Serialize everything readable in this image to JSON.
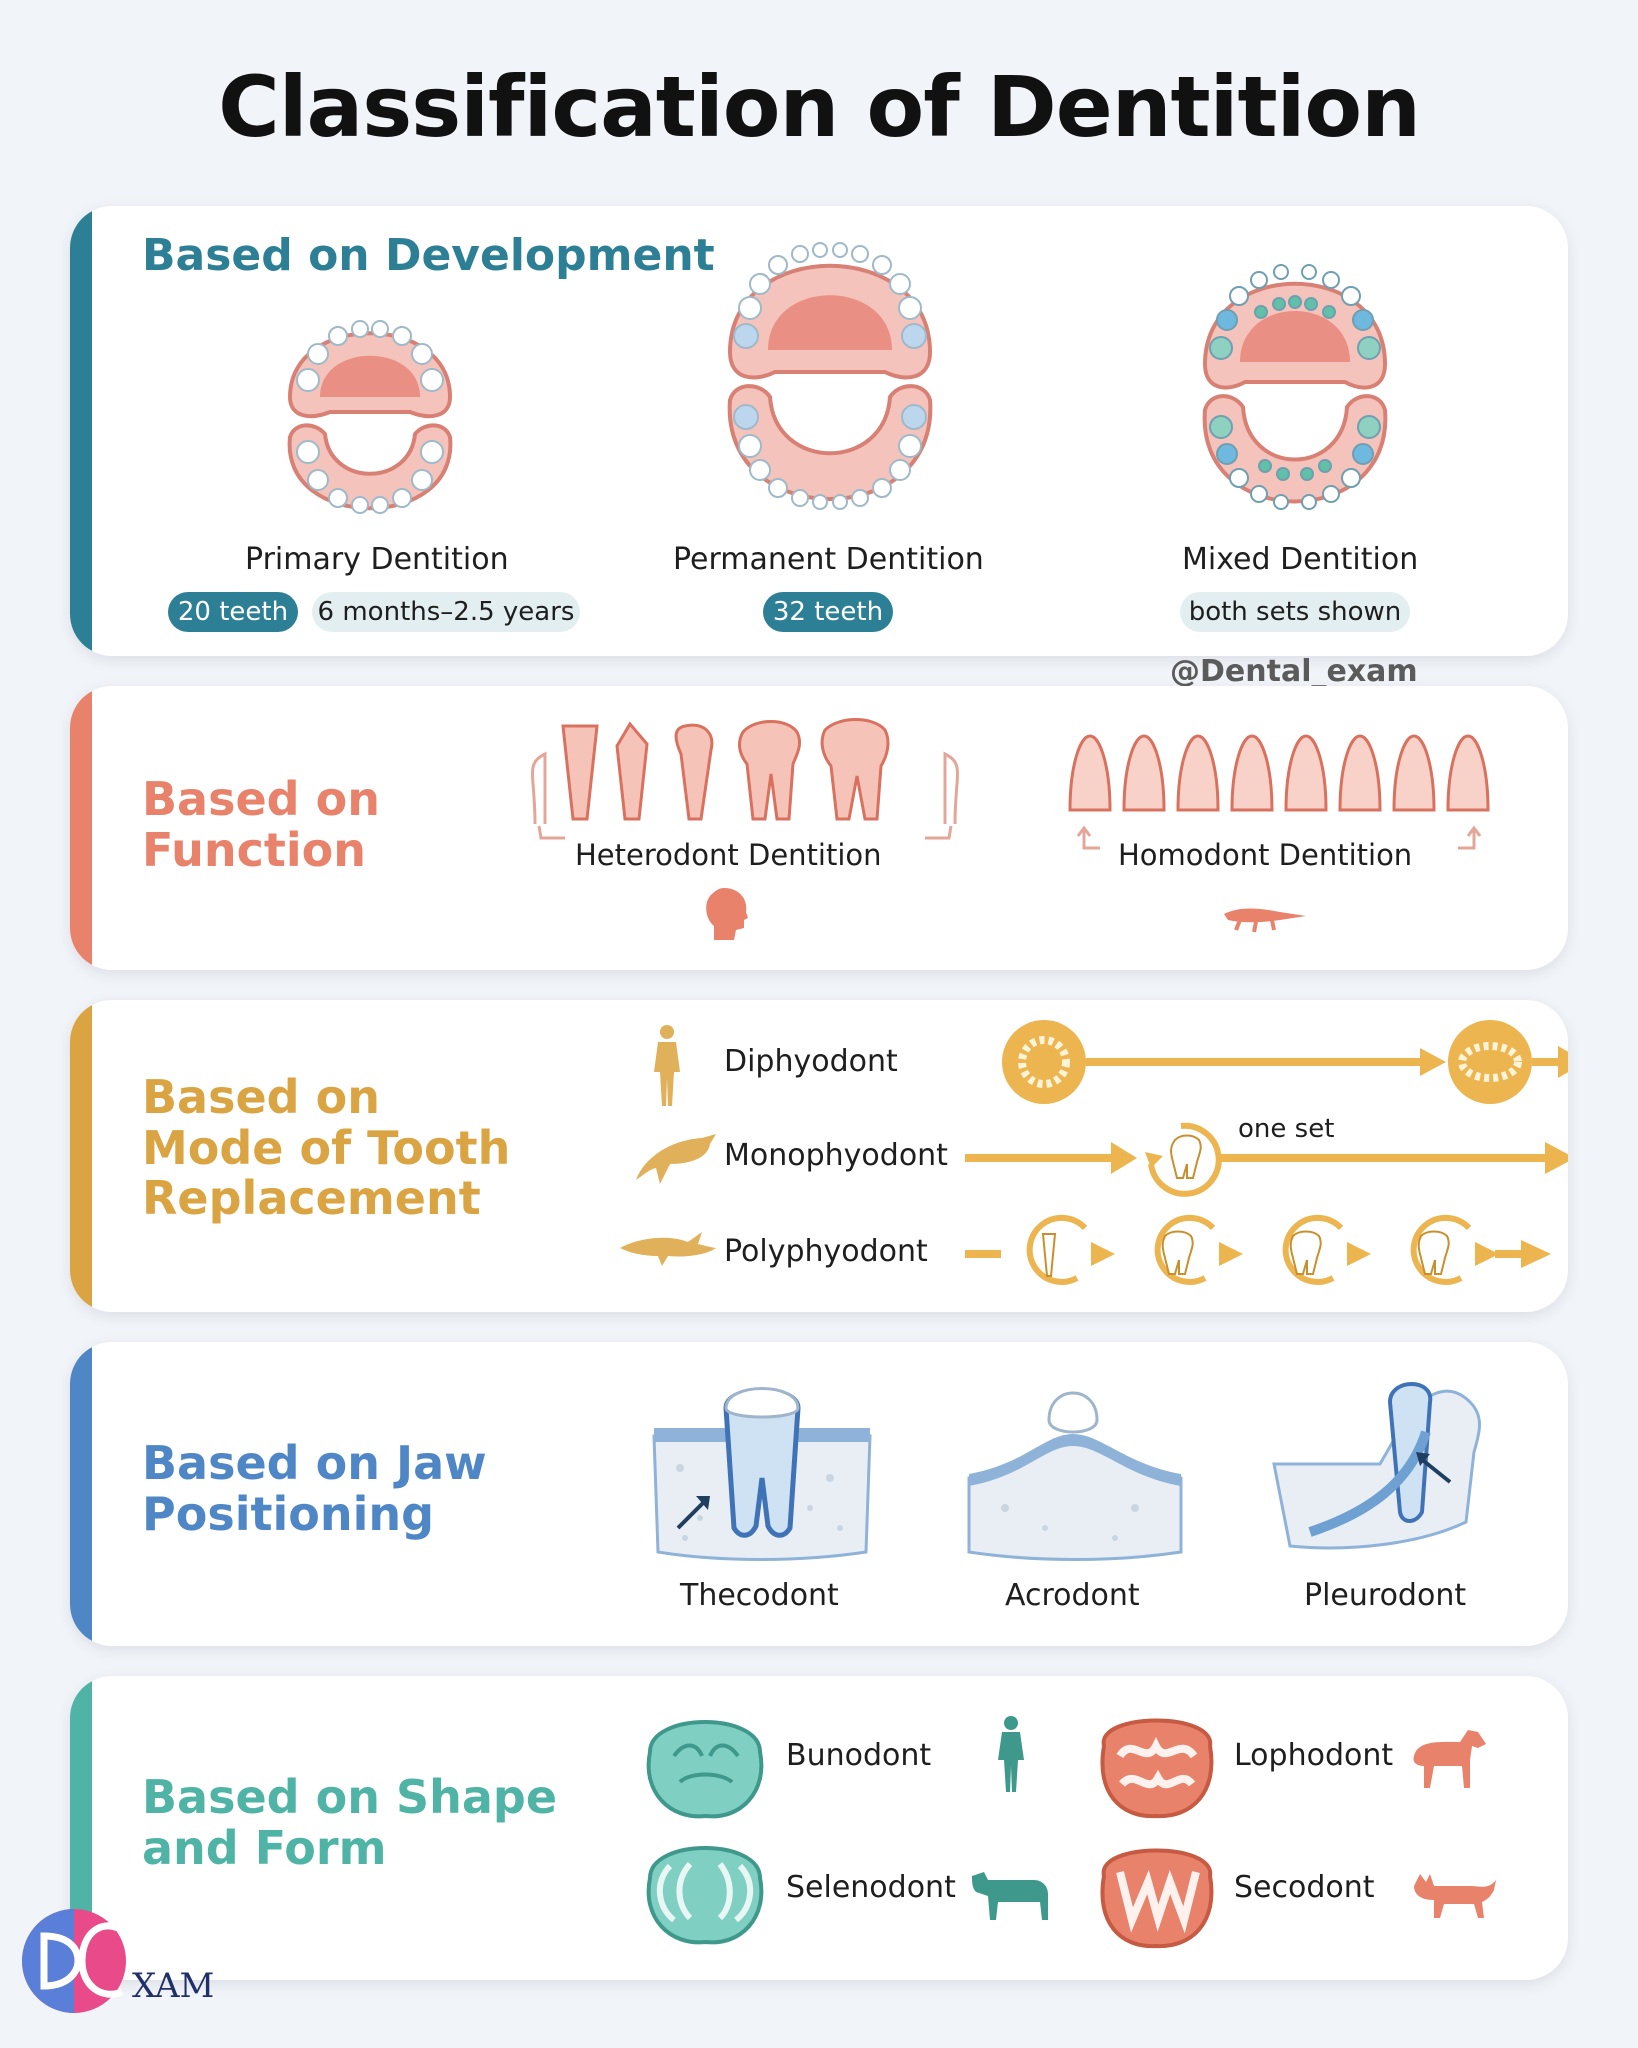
{
  "title": "Classification of Dentition",
  "colors": {
    "development": "#2d7f95",
    "function": "#e8826a",
    "replacement": "#d9a441",
    "jaw": "#4f86c6",
    "shape": "#4fb3a5"
  },
  "development": {
    "heading": "Based on Development",
    "primary": {
      "label": "Primary Dentition",
      "count": "20 teeth",
      "age": "6 months–2.5 years"
    },
    "permanent": {
      "label": "Permanent Dentition",
      "count": "32 teeth"
    },
    "mixed": {
      "label": "Mixed Dentition",
      "note": "both sets shown"
    }
  },
  "handle": "@Dental_exam",
  "function": {
    "heading_line1": "Based on",
    "heading_line2": "Function",
    "heterodont": "Heterodont Dentition",
    "homodont": "Homodont Dentition"
  },
  "replacement": {
    "heading_line1": "Based on",
    "heading_line2": "Mode of Tooth",
    "heading_line3": "Replacement",
    "diphyodont": "Diphyodont",
    "monophyodont": "Monophyodont",
    "one_set": "one set",
    "polyphyodont": "Polyphyodont"
  },
  "jaw": {
    "heading_line1": "Based on Jaw",
    "heading_line2": "Positioning",
    "thecodont": "Thecodont",
    "acrodont": "Acrodont",
    "pleurodont": "Pleurodont"
  },
  "shape": {
    "heading_line1": "Based on Shape",
    "heading_line2": "and Form",
    "bunodont": "Bunodont",
    "lophodont": "Lophodont",
    "selenodont": "Selenodont",
    "secodont": "Secodont"
  },
  "logo_text": "XAM"
}
